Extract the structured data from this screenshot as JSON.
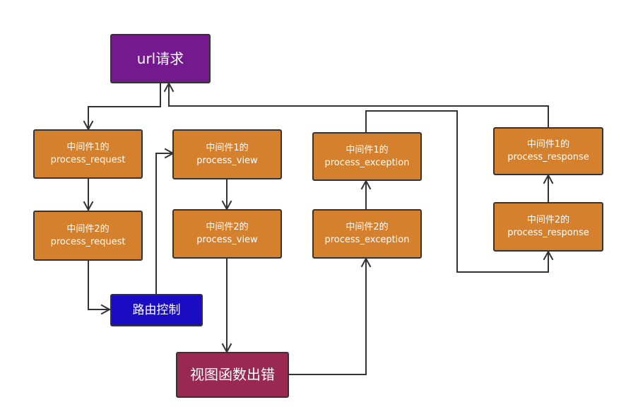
{
  "colors": {
    "purple": "#74198e",
    "blue": "#1a0cc2",
    "crimson": "#9a2952",
    "orange": "#d5802c",
    "border": "#333333",
    "text": "#ffffff"
  },
  "nodes": {
    "url_request": "url请求",
    "routing": "路由控制",
    "view_error": "视图函数出错",
    "req1": {
      "line1": "中间件1的",
      "line2": "process_request"
    },
    "req2": {
      "line1": "中间件2的",
      "line2": "process_request"
    },
    "view1": {
      "line1": "中间件1的",
      "line2": "process_view"
    },
    "view2": {
      "line1": "中间件2的",
      "line2": "process_view"
    },
    "exc1": {
      "line1": "中间件1的",
      "line2": "process_exception"
    },
    "exc2": {
      "line1": "中间件2的",
      "line2": "process_exception"
    },
    "resp1": {
      "line1": "中间件1的",
      "line2": "process_response"
    },
    "resp2": {
      "line1": "中间件2的",
      "line2": "process_response"
    }
  }
}
